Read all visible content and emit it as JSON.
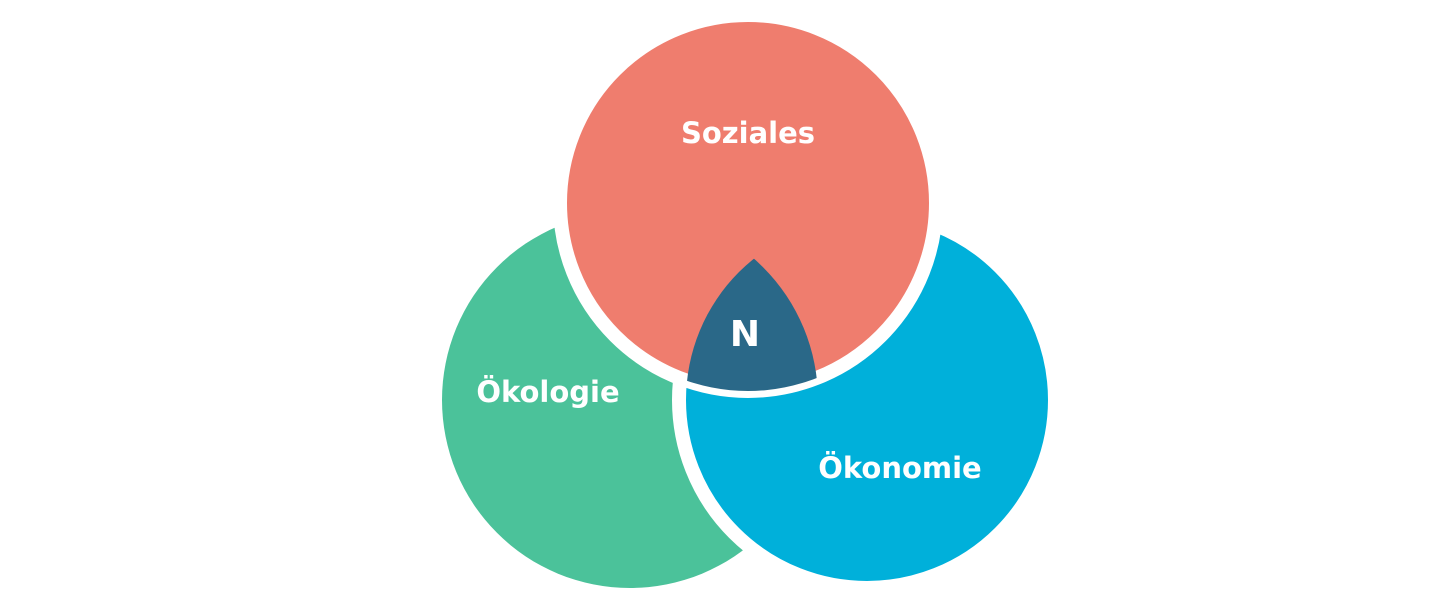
{
  "diagram": {
    "circles": [
      {
        "id": "soziales",
        "label": "Soziales",
        "color": "#EF7D6E"
      },
      {
        "id": "oekologie",
        "label": "Ökologie",
        "color": "#4BC29A"
      },
      {
        "id": "oekonomie",
        "label": "Ökonomie",
        "color": "#00B0DA"
      }
    ],
    "center": {
      "label": "N",
      "color": "#2A6888"
    },
    "background": "#FFFFFF"
  }
}
